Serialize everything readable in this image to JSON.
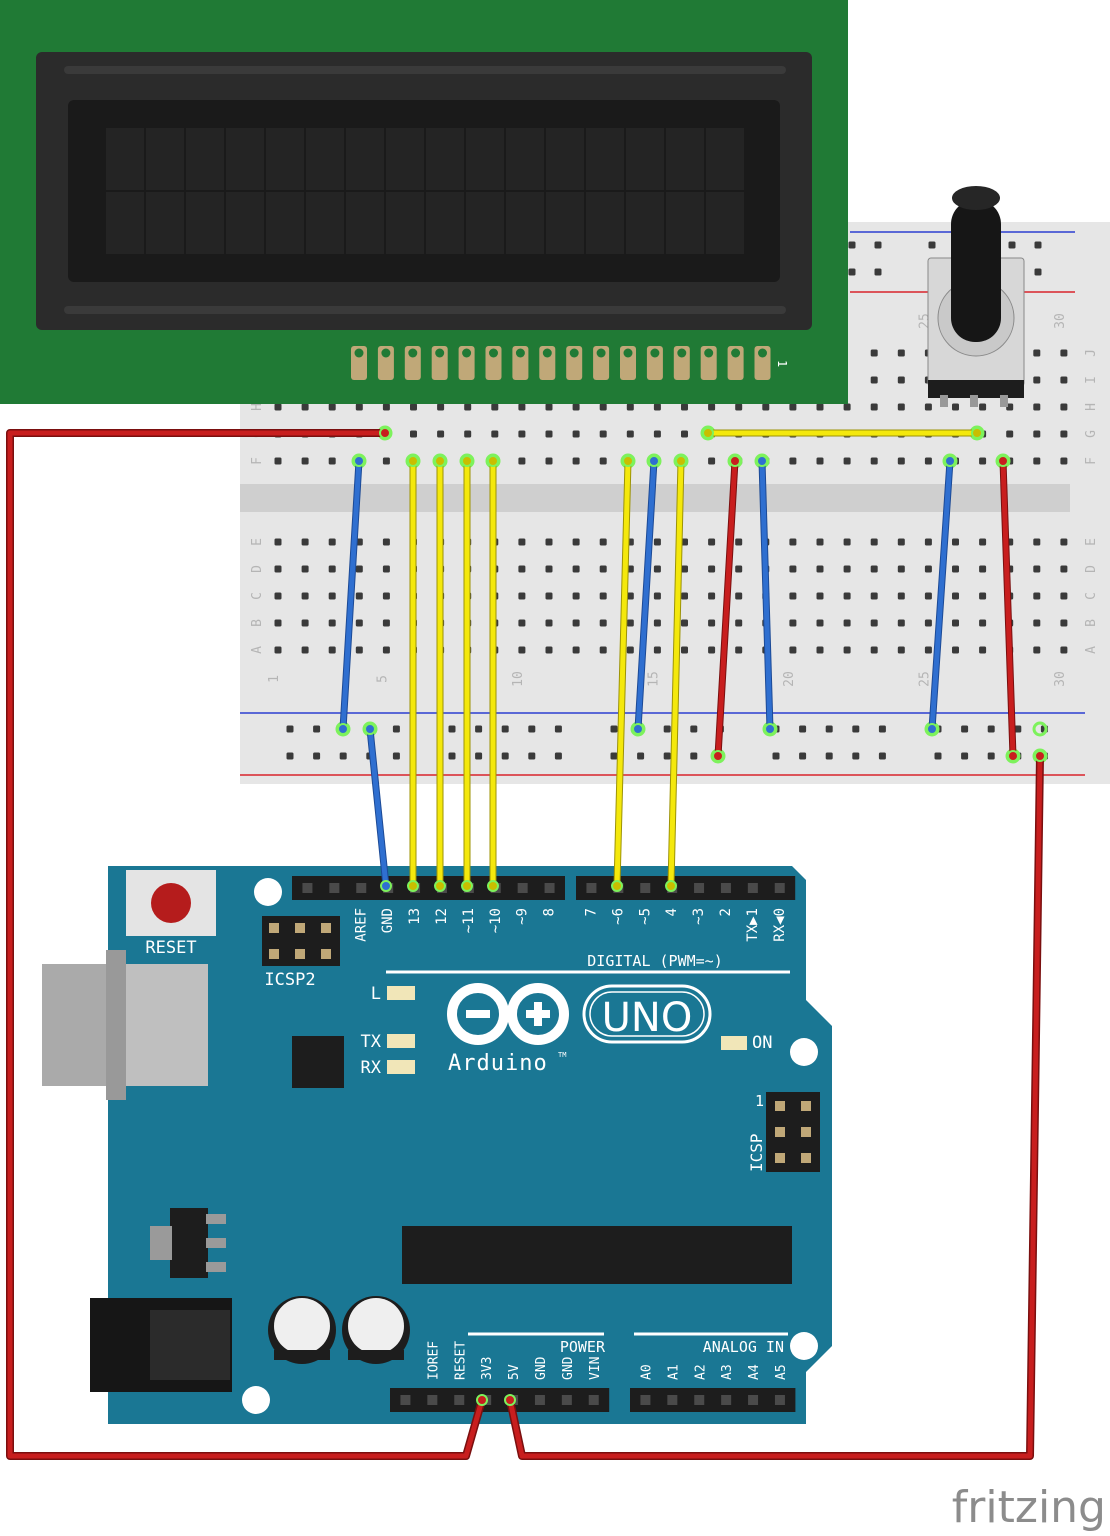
{
  "lcd": {
    "pin1_label": "1",
    "pin_count": 16,
    "rows": 2,
    "cols": 16
  },
  "breadboard": {
    "row_letters_top": [
      "J",
      "I",
      "H",
      "G",
      "F"
    ],
    "row_letters_bottom": [
      "E",
      "D",
      "C",
      "B",
      "A"
    ],
    "column_numbers": [
      "1",
      "5",
      "10",
      "15",
      "20",
      "25",
      "30"
    ]
  },
  "arduino": {
    "reset_label": "RESET",
    "icsp2_label": "ICSP2",
    "icsp_label": "ICSP",
    "icsp_pin1": "1",
    "digital_header": [
      "AREF",
      "GND",
      "13",
      "12",
      "~11",
      "~10",
      "~9",
      "8",
      "7",
      "~6",
      "~5",
      "4",
      "~3",
      "2",
      "TX▶1",
      "RX◀0"
    ],
    "digital_label": "DIGITAL (PWM=~)",
    "led_l": "L",
    "led_tx": "TX",
    "led_rx": "RX",
    "led_on": "ON",
    "brand": "Arduino",
    "tm": "TM",
    "model": "UNO",
    "power_header": [
      "IOREF",
      "RESET",
      "3V3",
      "5V",
      "GND",
      "GND",
      "VIN"
    ],
    "power_label": "POWER",
    "analog_header": [
      "A0",
      "A1",
      "A2",
      "A3",
      "A4",
      "A5"
    ],
    "analog_label": "ANALOG IN"
  },
  "watermark": "fritzing",
  "colors": {
    "wire_red": "#c81e1e",
    "wire_blue": "#2f6fd0",
    "wire_yellow": "#f4e80c",
    "board_teal": "#1a7794",
    "lcd_green": "#207a35",
    "rail_red": "#d9242b",
    "rail_blue": "#2c3fd1"
  }
}
